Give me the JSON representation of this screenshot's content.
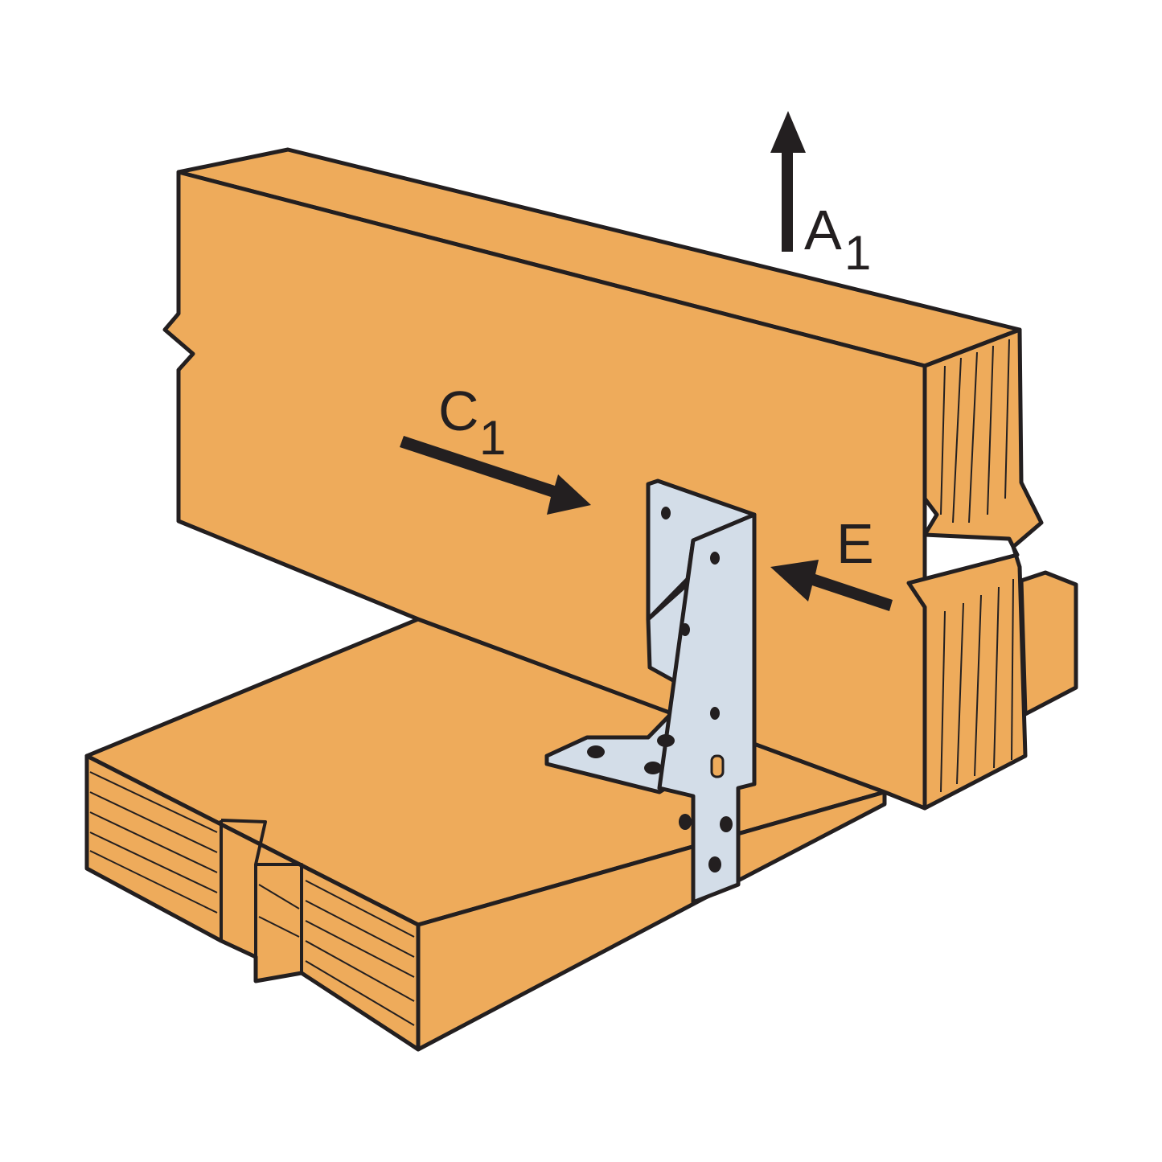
{
  "diagram": {
    "labels": {
      "uplift_main": "A",
      "uplift_sub": "1",
      "lateral_main": "C",
      "lateral_sub": "1",
      "end_load": "E"
    },
    "colors": {
      "wood": "#EEAB5B",
      "steel": "#D3DDE8",
      "outline": "#231F20"
    }
  }
}
